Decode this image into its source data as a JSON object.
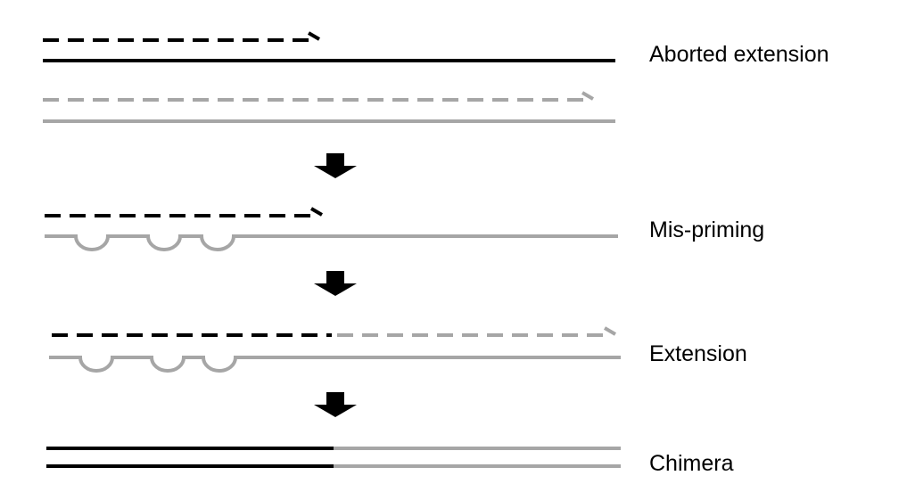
{
  "colors": {
    "black": "#000000",
    "gray": "#a6a6a6",
    "background": "#ffffff"
  },
  "steps": [
    {
      "label": "Aborted extension"
    },
    {
      "label": "Mis-priming"
    },
    {
      "label": "Extension"
    },
    {
      "label": "Chimera"
    }
  ],
  "icons": {
    "arrow": "down-arrow-icon",
    "primer_end": "primer-3prime-hook-icon",
    "loop": "template-loop-icon"
  }
}
